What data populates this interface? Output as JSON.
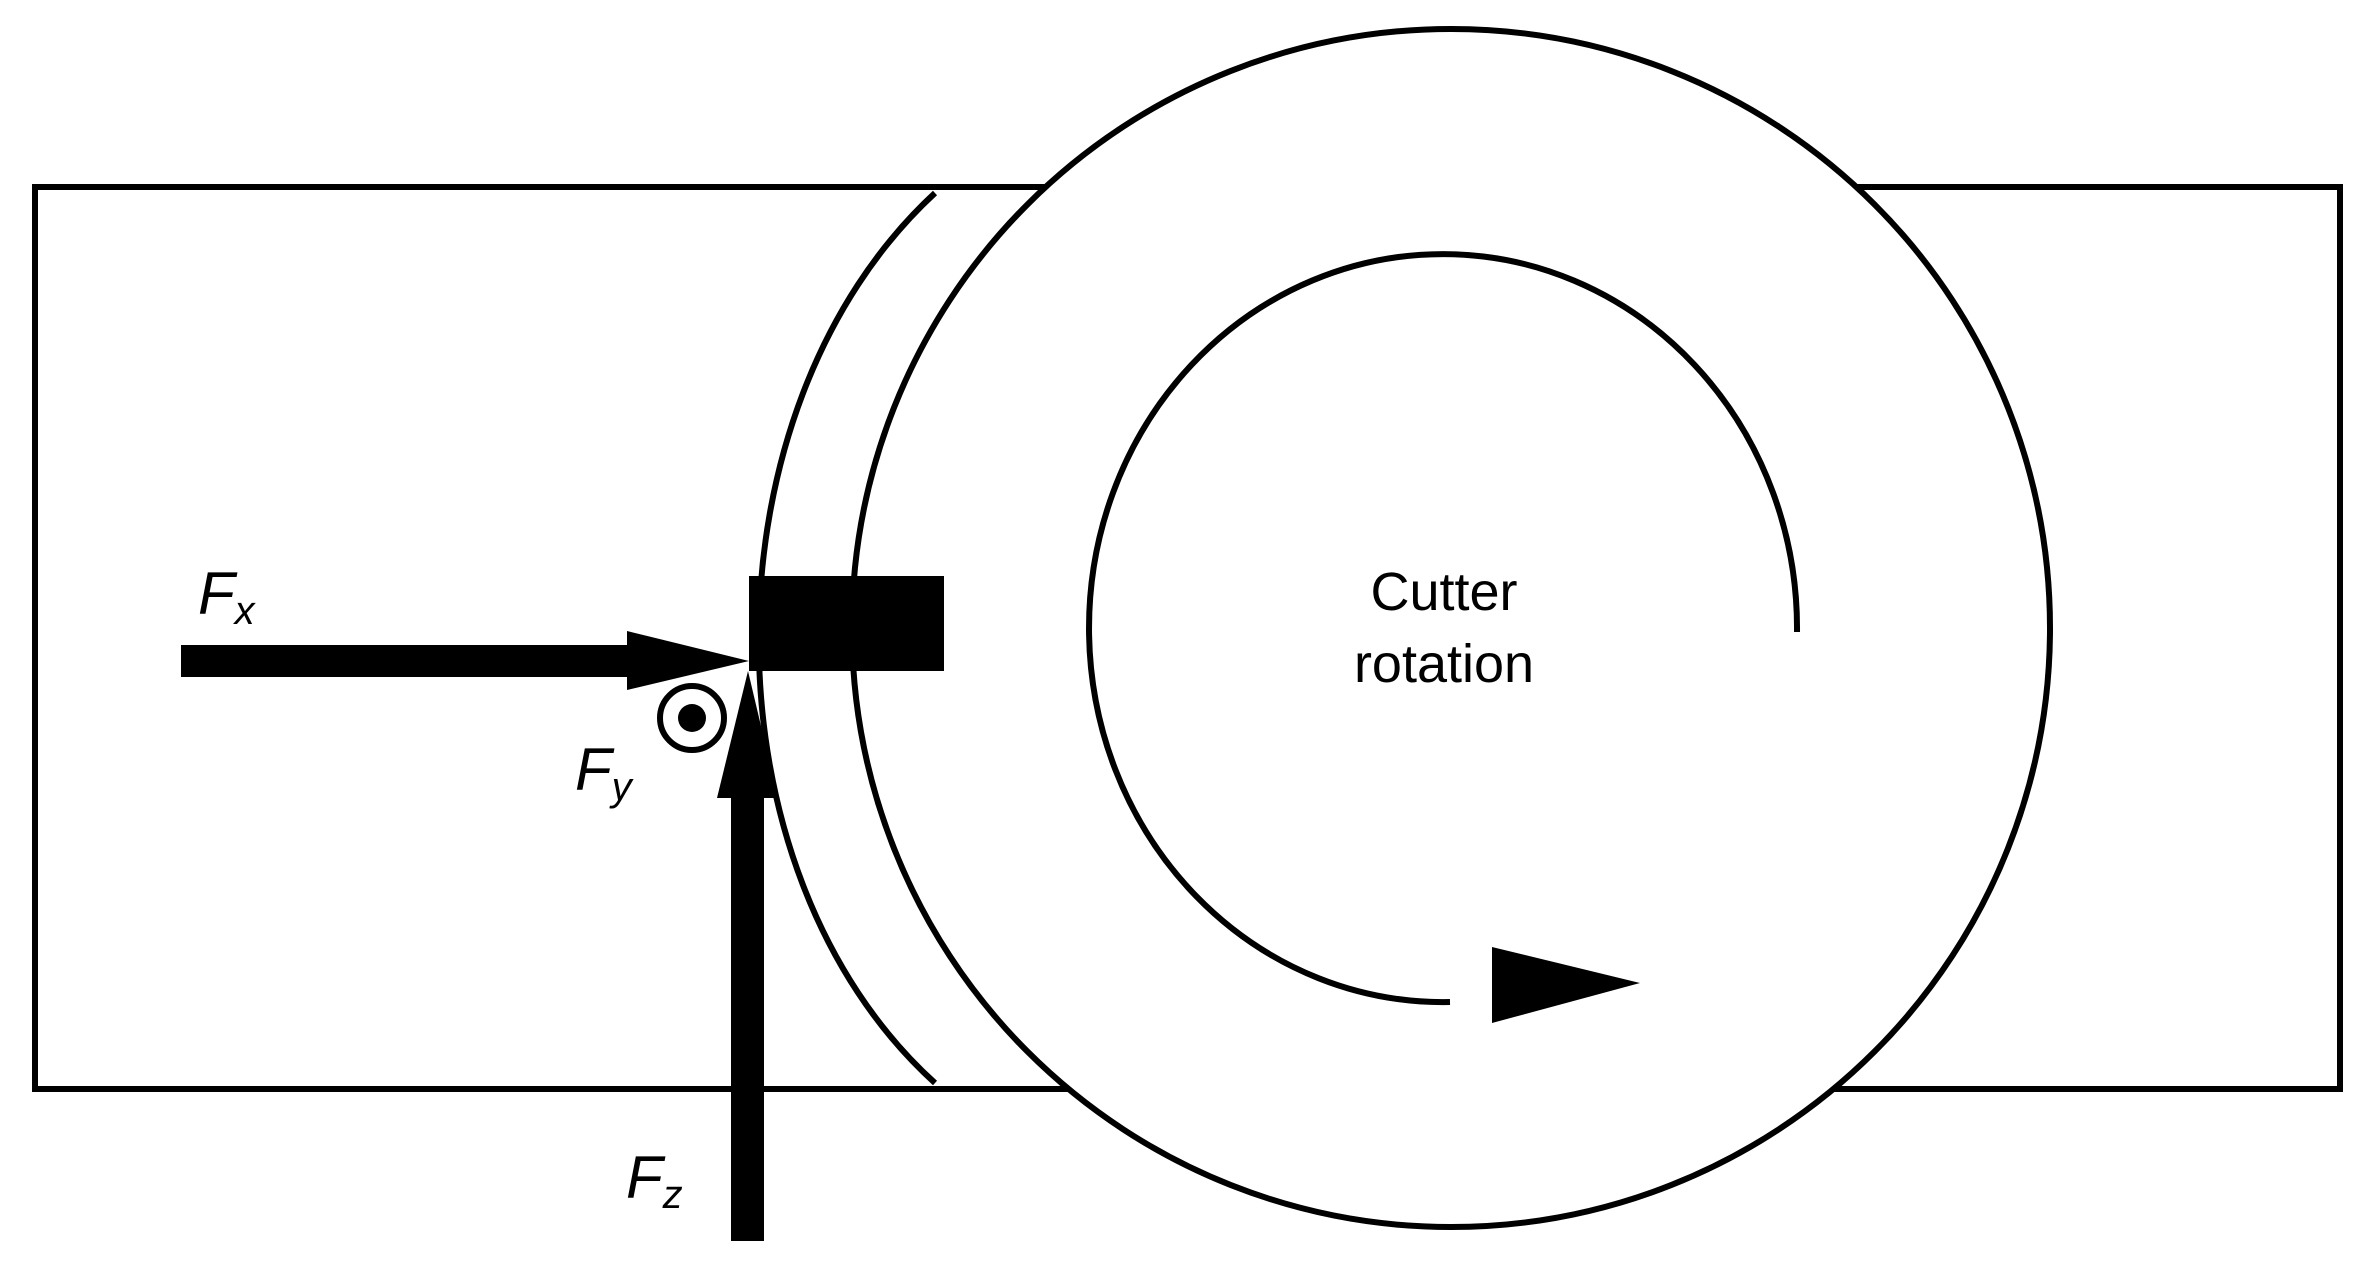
{
  "forces": {
    "fx": {
      "letter": "F",
      "sub": "x"
    },
    "fy": {
      "letter": "F",
      "sub": "y"
    },
    "fz": {
      "letter": "F",
      "sub": "z"
    }
  },
  "rotation": {
    "line1": "Cutter",
    "line2": "rotation"
  },
  "colors": {
    "stroke": "#000000",
    "fill": "#000000",
    "background": "#ffffff"
  },
  "icons": {
    "fy": "out-of-page-dot-circle-icon",
    "rotation": "clockwise-arrow-icon"
  }
}
